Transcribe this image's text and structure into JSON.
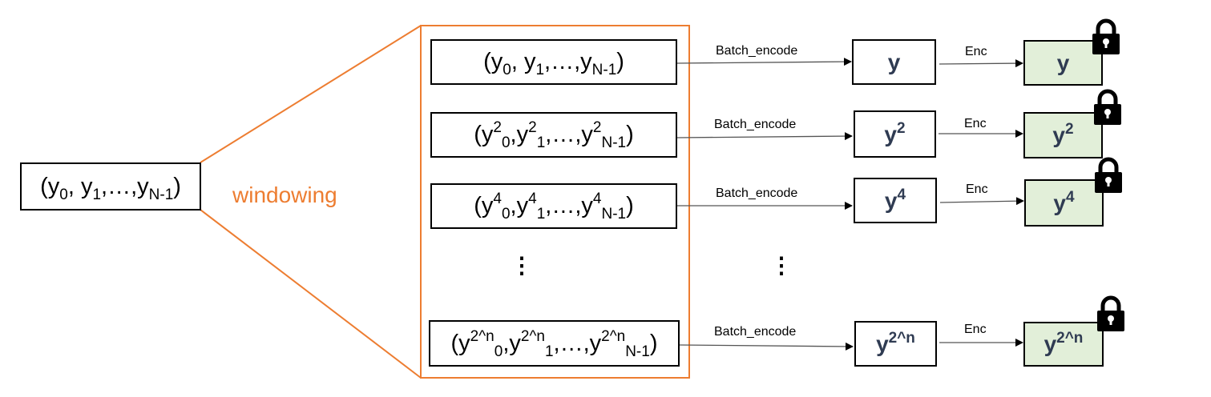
{
  "input": {
    "exp": "",
    "subs": [
      "0",
      "1",
      "N-1"
    ],
    "open": "(",
    "close": ")",
    "sep": ",",
    "ellipsis": "…",
    "var": "y",
    "sep_first": ", "
  },
  "windowing_label": "windowing",
  "rows": [
    {
      "exp": "",
      "subs": [
        "0",
        "1",
        "N-1"
      ],
      "encode_label": "Batch_encode",
      "plain": "y",
      "enc_label": "Enc",
      "cipher": "y"
    },
    {
      "exp": "2",
      "subs": [
        "0",
        "1",
        "N-1"
      ],
      "encode_label": "Batch_encode",
      "plain": "y",
      "enc_label": "Enc",
      "cipher": "y"
    },
    {
      "exp": "4",
      "subs": [
        "0",
        "1",
        "N-1"
      ],
      "encode_label": "Batch_encode",
      "plain": "y",
      "enc_label": "Enc",
      "cipher": "y"
    },
    {
      "exp": "2^n",
      "subs": [
        "0",
        "1",
        "N-1"
      ],
      "encode_label": "Batch_encode",
      "plain": "y",
      "enc_label": "Enc",
      "cipher": "y"
    }
  ],
  "seq": {
    "open": "(",
    "close": ")",
    "sep": ",",
    "ellipsis": "…",
    "var": "y"
  },
  "vertical_dots": "⋮",
  "colors": {
    "orange": "#ed7d31",
    "cipher_fill": "#e2efd9",
    "enc_text": "#2f3b52"
  },
  "icons": {
    "lock": "lock-icon"
  }
}
